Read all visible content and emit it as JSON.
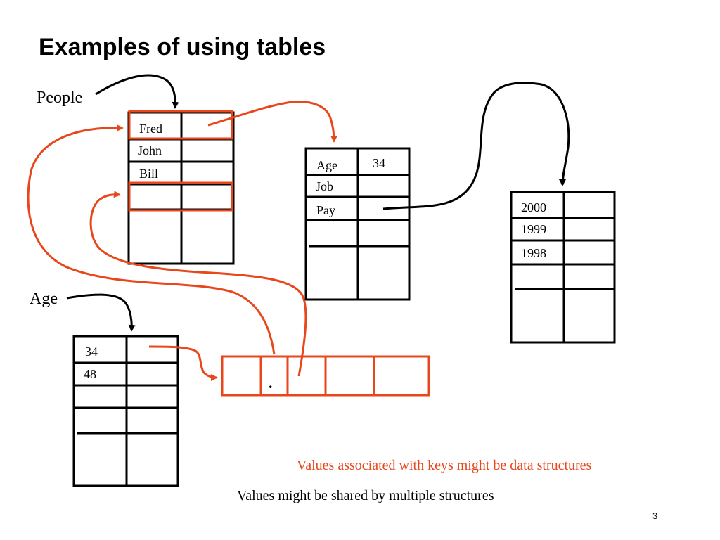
{
  "slide": {
    "title": "Examples of using tables",
    "page_number": "3"
  },
  "labels": {
    "people": "People",
    "age": "Age"
  },
  "people_table": {
    "keys": [
      "Fred",
      "John",
      "Bill",
      "."
    ]
  },
  "person_table": {
    "keys": [
      "Age",
      "Job",
      "Pay"
    ],
    "values": [
      "34"
    ]
  },
  "year_table": {
    "keys": [
      "2000",
      "1999",
      "1998"
    ]
  },
  "age_table": {
    "keys": [
      "34",
      "48"
    ]
  },
  "shared_array": {
    "marker": "."
  },
  "captions": {
    "red": "Values associated with keys might be data structures",
    "black": "Values might be shared by multiple structures"
  },
  "colors": {
    "red": "#e8471c",
    "black": "#000000"
  }
}
